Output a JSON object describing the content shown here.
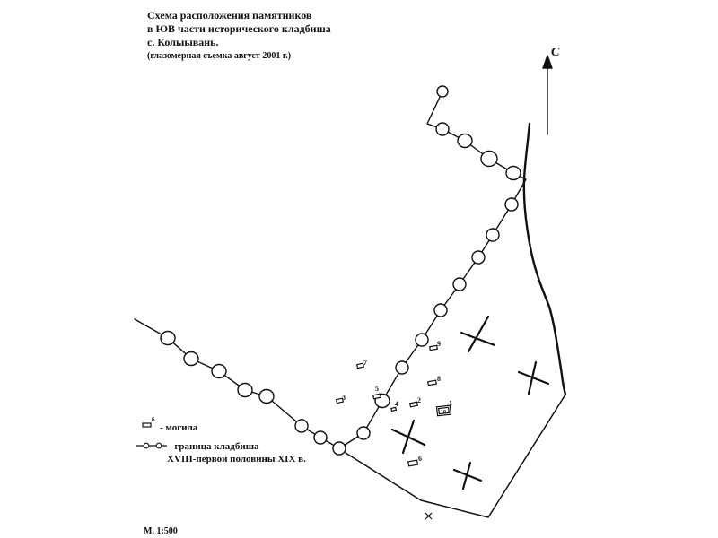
{
  "title": {
    "line1": "Схема расположения памятников",
    "line2": "в ЮВ части исторического кладбиша",
    "line3": "с. Колыывань.",
    "subtitle": "(глазомерная съемка август 2001 г.)"
  },
  "north_label": "С",
  "legend": {
    "grave_number": "6",
    "grave_label": "- могила",
    "boundary_label": "- граница кладбиша",
    "boundary_label_2": "XVIII-первой половины XIX в."
  },
  "scale": "М. 1:500",
  "graves": [
    {
      "number": "1"
    },
    {
      "number": "2"
    },
    {
      "number": "3"
    },
    {
      "number": "4"
    },
    {
      "number": "5"
    },
    {
      "number": "6"
    },
    {
      "number": "7"
    },
    {
      "number": "8"
    },
    {
      "number": "9"
    }
  ],
  "inner_mark": "10",
  "colors": {
    "ink": "#111111",
    "paper": "#ffffff"
  }
}
